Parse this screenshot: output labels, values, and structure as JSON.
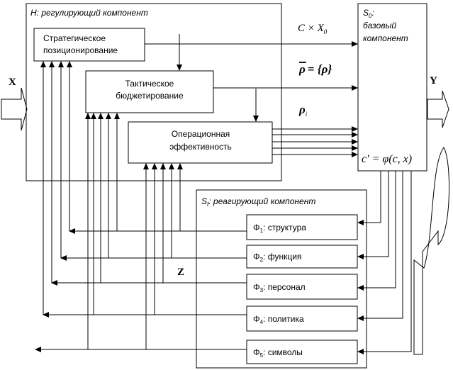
{
  "regulating": {
    "label": "H: регулирующий компонент",
    "strategic": [
      "Стратегическое",
      "позиционирование"
    ],
    "tactical": [
      "Тактическое",
      "бюджетирование"
    ],
    "operational": [
      "Операционная",
      "эффективность"
    ]
  },
  "base": {
    "label": [
      "S",
      "0",
      ":",
      "базовый",
      "компонент"
    ],
    "formula": "c′ = φ(c, x)"
  },
  "reacting": {
    "label_prefix": "S",
    "label_sub": "f",
    "label_rest": ": реагирующий компонент",
    "items": [
      {
        "phi": "Φ",
        "num": "1",
        "text": ": структура"
      },
      {
        "phi": "Φ",
        "num": "2",
        "text": ": функция"
      },
      {
        "phi": "Φ",
        "num": "3",
        "text": ": персонал"
      },
      {
        "phi": "Φ",
        "num": "4",
        "text": ": политика"
      },
      {
        "phi": "Φ",
        "num": "5",
        "text": ": символы"
      }
    ]
  },
  "signals": {
    "input": "X",
    "output": "Y",
    "disturbance": "Z",
    "c_times_x": "C × X",
    "c_times_x_sub": "0",
    "rho_set_left": "ρ",
    "rho_set_right": "= {ρ}",
    "rho_i": "ρ",
    "rho_i_sub": "i"
  }
}
